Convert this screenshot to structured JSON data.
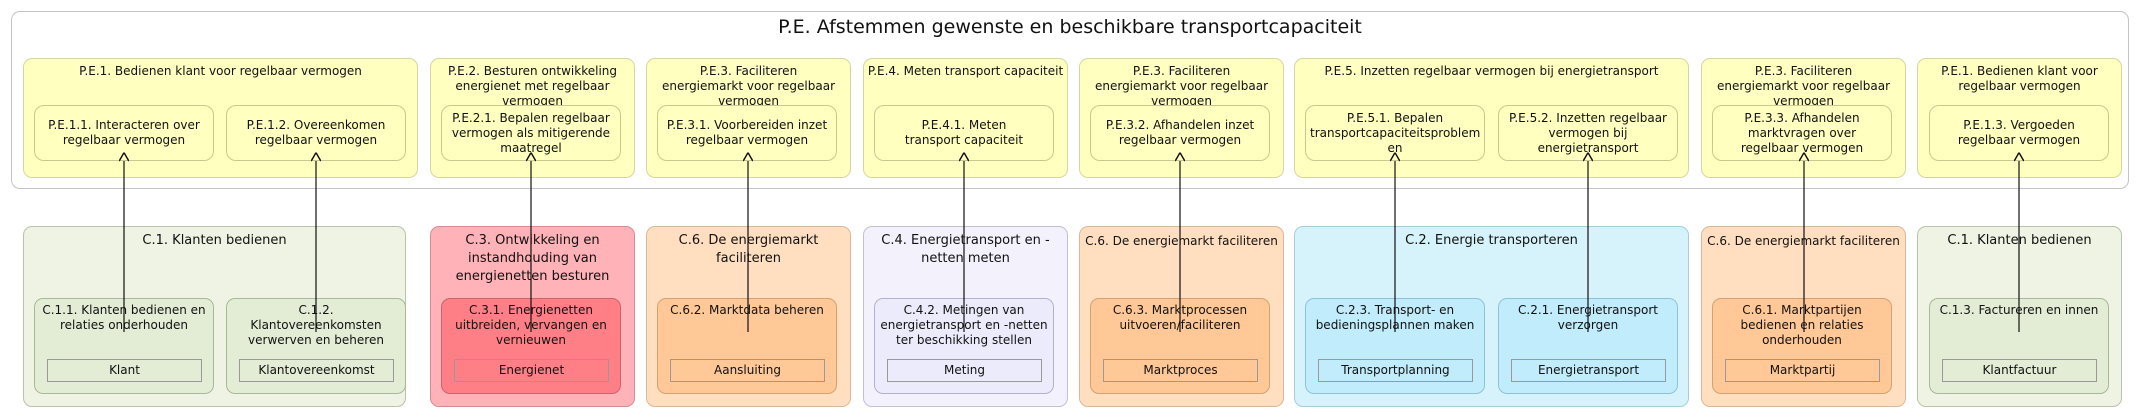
{
  "title": "P.E. Afstemmen gewenste en beschikbare transportcapaciteit",
  "pe_groups": [
    {
      "label": "P.E.1. Bedienen klant voor regelbaar vermogen",
      "children": [
        "P.E.1.1. Interacteren over regelbaar vermogen",
        "P.E.1.2. Overeenkomen regelbaar vermogen"
      ]
    },
    {
      "label": "P.E.2. Besturen ontwikkeling energienet met regelbaar vermogen",
      "children": [
        "P.E.2.1. Bepalen regelbaar vermogen als mitigerende maatregel"
      ]
    },
    {
      "label": "P.E.3. Faciliteren energiemarkt voor regelbaar vermogen",
      "children": [
        "P.E.3.1. Voorbereiden inzet regelbaar vermogen"
      ]
    },
    {
      "label": "P.E.4. Meten transport capaciteit",
      "children": [
        "P.E.4.1. Meten transport capaciteit"
      ]
    },
    {
      "label": "P.E.3. Faciliteren energiemarkt voor regelbaar vermogen",
      "children": [
        "P.E.3.2. Afhandelen inzet regelbaar vermogen"
      ]
    },
    {
      "label": "P.E.5. Inzetten regelbaar vermogen bij energietransport",
      "children": [
        "P.E.5.1. Bepalen transportcapaciteitsproblem en",
        "P.E.5.2. Inzetten regelbaar vermogen bij energietransport"
      ]
    },
    {
      "label": "P.E.3. Faciliteren energiemarkt voor regelbaar vermogen",
      "children": [
        "P.E.3.3. Afhandelen marktvragen over regelbaar vermogen"
      ]
    },
    {
      "label": "P.E.1. Bedienen klant voor regelbaar vermogen",
      "children": [
        "P.E.1.3. Vergoeden regelbaar vermogen"
      ]
    }
  ],
  "c_groups": [
    {
      "label": "C.1. Klanten bedienen",
      "color": "#eef3e3",
      "children": [
        {
          "label": "C.1.1. Klanten bedienen en relaties onderhouden",
          "entity": "Klant"
        },
        {
          "label": "C.1.2. Klantovereenkomsten verwerven en beheren",
          "entity": "Klantovereenkomst"
        }
      ]
    },
    {
      "label": "C.3. Ontwikkeling en instandhouding van energienetten besturen",
      "color": "#ffb3b8",
      "children": [
        {
          "label": "C.3.1. Energienetten uitbreiden, vervangen en vernieuwen",
          "entity": "Energienet"
        }
      ]
    },
    {
      "label": "C.6. De energiemarkt faciliteren",
      "color": "#ffdfc0",
      "children": [
        {
          "label": "C.6.2. Marktdata beheren",
          "entity": "Aansluiting"
        }
      ]
    },
    {
      "label": "C.4. Energietransport en -netten meten",
      "color": "#f3f2fc",
      "children": [
        {
          "label": "C.4.2. Metingen van energietransport en -netten ter beschikking stellen",
          "entity": "Meting"
        }
      ]
    },
    {
      "label": "C.6. De energiemarkt faciliteren",
      "color": "#ffdfc0",
      "children": [
        {
          "label": "C.6.3. Marktprocessen uitvoeren/faciliteren",
          "entity": "Marktproces"
        }
      ]
    },
    {
      "label": "C.2. Energie transporteren",
      "color": "#d6f3fc",
      "children": [
        {
          "label": "C.2.3. Transport- en bedieningsplannen maken",
          "entity": "Transportplanning"
        },
        {
          "label": "C.2.1. Energietransport verzorgen",
          "entity": "Energietransport"
        }
      ]
    },
    {
      "label": "C.6. De energiemarkt faciliteren",
      "color": "#ffdfc0",
      "children": [
        {
          "label": "C.6.1. Marktpartijen bedienen en relaties onderhouden",
          "entity": "Marktpartij"
        }
      ]
    },
    {
      "label": "C.1. Klanten bedienen",
      "color": "#eef3e3",
      "children": [
        {
          "label": "C.1.3. Factureren en innen",
          "entity": "Klantfactuur"
        }
      ]
    }
  ]
}
